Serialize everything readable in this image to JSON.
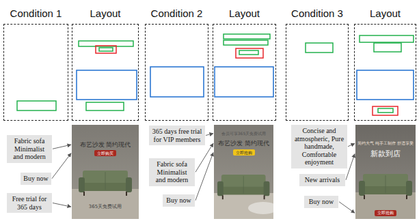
{
  "diagram": {
    "nodes": [
      {
        "text": [
          "Condition 1"
        ]
      },
      {
        "text": [
          "Layout"
        ]
      },
      {
        "text": [
          "Condition 2"
        ]
      },
      {
        "text": [
          "Layout"
        ]
      },
      {
        "text": [
          "Condition 3"
        ]
      },
      {
        "text": [
          "Layout"
        ]
      },
      {
        "text": [
          "Fabric sofa Minimalist and modern"
        ]
      },
      {
        "text": [
          "Buy now"
        ]
      },
      {
        "text": [
          "Free trial for 365 days"
        ]
      },
      {
        "text": [
          "布艺沙发 简约现代",
          "立即购买",
          "365天免费试用"
        ]
      },
      {
        "text": [
          "365 days free trial for VIP members"
        ]
      },
      {
        "text": [
          "Fabric sofa Minimalist and modern"
        ]
      },
      {
        "text": [
          "Buy now"
        ]
      },
      {
        "text": [
          "会员可享365天免费试用",
          "布艺沙发 简约现代",
          "立即抢购"
        ]
      },
      {
        "text": [
          "Concise and atmospheric, Pure handmade, Comfortable enjoyment"
        ]
      },
      {
        "text": [
          "New arrivals"
        ]
      },
      {
        "text": [
          "Buy now"
        ]
      },
      {
        "text": [
          "简约大气 纯手工制作 舒适享受",
          "新款到店",
          "立即抢购"
        ]
      }
    ],
    "edges": [
      {
        "from": 6,
        "to": 9,
        "arrow": "to"
      },
      {
        "from": 7,
        "to": 9,
        "arrow": "to"
      },
      {
        "from": 8,
        "to": 9,
        "arrow": "to"
      },
      {
        "from": 10,
        "to": 13,
        "arrow": "to"
      },
      {
        "from": 11,
        "to": 13,
        "arrow": "to"
      },
      {
        "from": 12,
        "to": 13,
        "arrow": "to"
      },
      {
        "from": 14,
        "to": 17,
        "arrow": "to"
      },
      {
        "from": 15,
        "to": 17,
        "arrow": "to"
      },
      {
        "from": 16,
        "to": 17,
        "arrow": "to"
      }
    ]
  }
}
